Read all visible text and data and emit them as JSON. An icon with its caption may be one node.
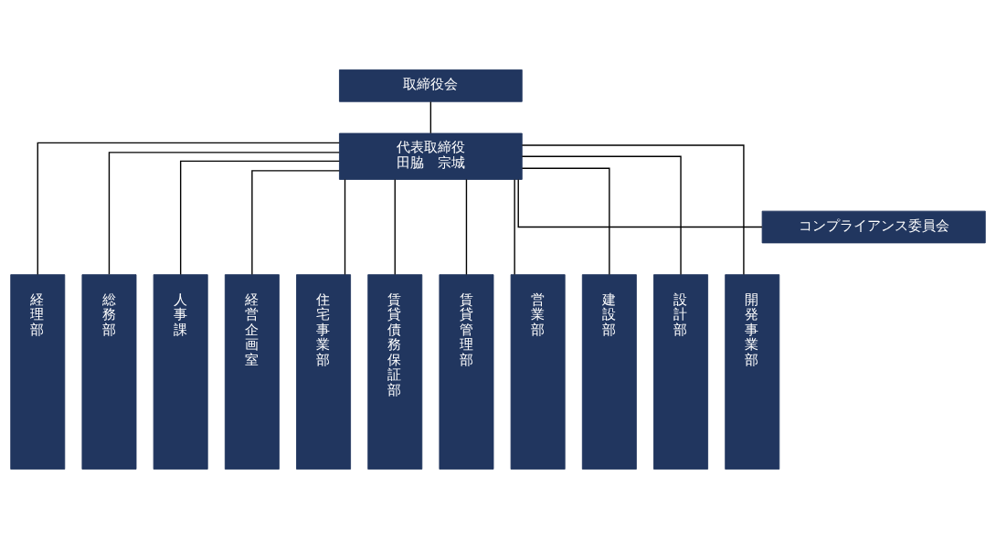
{
  "diagram": {
    "nodes": [
      {
        "text": [
          "取締役会"
        ]
      },
      {
        "text": [
          "代表取締役",
          "田脇　宗城"
        ]
      },
      {
        "text": [
          "コンプライアンス委員会"
        ]
      },
      {
        "text": [
          "経理部"
        ]
      },
      {
        "text": [
          "総務部"
        ]
      },
      {
        "text": [
          "人事課"
        ]
      },
      {
        "text": [
          "経営企画室"
        ]
      },
      {
        "text": [
          "住宅事業部"
        ]
      },
      {
        "text": [
          "賃貸債務保証部"
        ]
      },
      {
        "text": [
          "賃貸管理部"
        ]
      },
      {
        "text": [
          "営業部"
        ]
      },
      {
        "text": [
          "建設部"
        ]
      },
      {
        "text": [
          "設計部"
        ]
      },
      {
        "text": [
          "開発事業部"
        ]
      }
    ],
    "edges": [
      {
        "from": 0,
        "to": 1,
        "arrow": "none"
      },
      {
        "from": 1,
        "to": 2,
        "arrow": "none"
      },
      {
        "from": 1,
        "to": 3,
        "arrow": "none"
      },
      {
        "from": 1,
        "to": 4,
        "arrow": "none"
      },
      {
        "from": 1,
        "to": 5,
        "arrow": "none"
      },
      {
        "from": 1,
        "to": 6,
        "arrow": "none"
      },
      {
        "from": 1,
        "to": 7,
        "arrow": "none"
      },
      {
        "from": 1,
        "to": 8,
        "arrow": "none"
      },
      {
        "from": 1,
        "to": 9,
        "arrow": "none"
      },
      {
        "from": 1,
        "to": 10,
        "arrow": "none"
      },
      {
        "from": 1,
        "to": 11,
        "arrow": "none"
      },
      {
        "from": 1,
        "to": 12,
        "arrow": "none"
      },
      {
        "from": 1,
        "to": 13,
        "arrow": "none"
      }
    ]
  }
}
